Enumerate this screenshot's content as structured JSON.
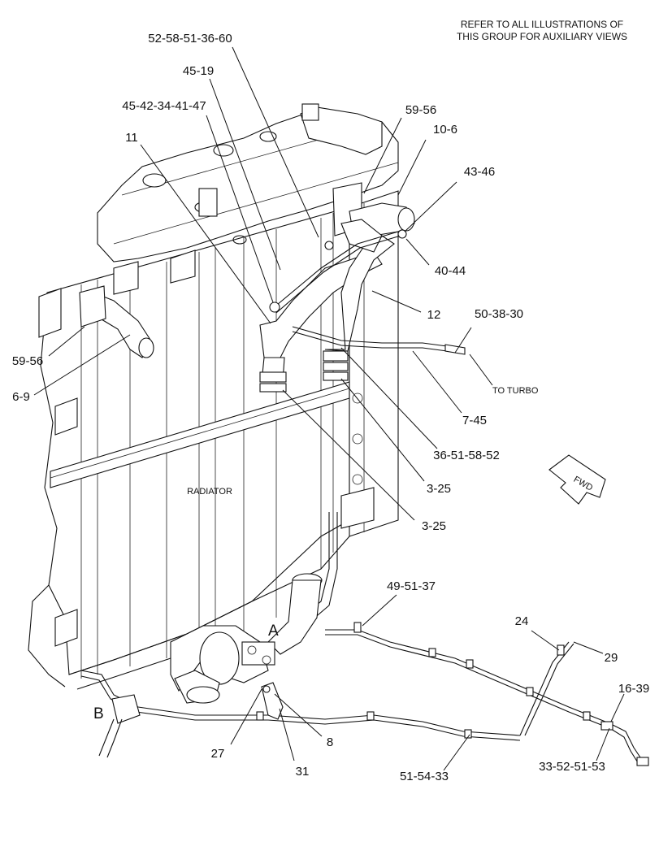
{
  "note": [
    "REFER TO ALL ILLUSTRATIONS OF",
    "THIS GROUP FOR AUXILIARY VIEWS"
  ],
  "component_label": "RADIATOR",
  "to_turbo": "TO TURBO",
  "fwd": "FWD",
  "view_a": "A",
  "view_b": "B",
  "callouts": [
    {
      "id": "c-52-58-51-36-60",
      "text": "52-58-51-36-60"
    },
    {
      "id": "c-45-19",
      "text": "45-19"
    },
    {
      "id": "c-45-42-34-41-47",
      "text": "45-42-34-41-47"
    },
    {
      "id": "c-11",
      "text": "11"
    },
    {
      "id": "c-59-56-top",
      "text": "59-56"
    },
    {
      "id": "c-10-6",
      "text": "10-6"
    },
    {
      "id": "c-43-46",
      "text": "43-46"
    },
    {
      "id": "c-40-44",
      "text": "40-44"
    },
    {
      "id": "c-12",
      "text": "12"
    },
    {
      "id": "c-50-38-30",
      "text": "50-38-30"
    },
    {
      "id": "c-59-56-left",
      "text": "59-56"
    },
    {
      "id": "c-6-9",
      "text": "6-9"
    },
    {
      "id": "c-7-45",
      "text": "7-45"
    },
    {
      "id": "c-36-51-58-52",
      "text": "36-51-58-52"
    },
    {
      "id": "c-3-25-a",
      "text": "3-25"
    },
    {
      "id": "c-3-25-b",
      "text": "3-25"
    },
    {
      "id": "c-49-51-37",
      "text": "49-51-37"
    },
    {
      "id": "c-24",
      "text": "24"
    },
    {
      "id": "c-29",
      "text": "29"
    },
    {
      "id": "c-16-39",
      "text": "16-39"
    },
    {
      "id": "c-27",
      "text": "27"
    },
    {
      "id": "c-8",
      "text": "8"
    },
    {
      "id": "c-31",
      "text": "31"
    },
    {
      "id": "c-51-54-33",
      "text": "51-54-33"
    },
    {
      "id": "c-33-52-51-53",
      "text": "33-52-51-53"
    }
  ]
}
